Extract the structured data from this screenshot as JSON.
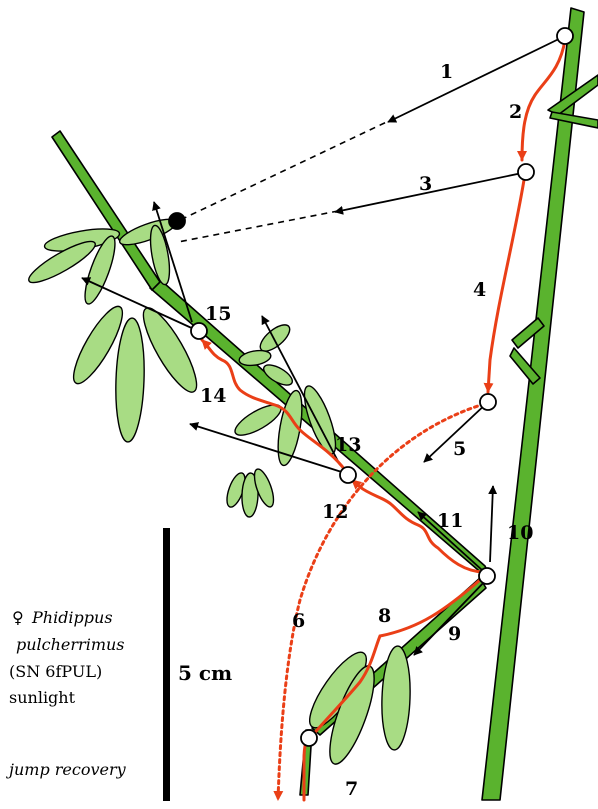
{
  "figure": {
    "step_labels": [
      "1",
      "2",
      "3",
      "4",
      "5",
      "6",
      "7",
      "8",
      "9",
      "10",
      "11",
      "12",
      "13",
      "14",
      "15"
    ],
    "scale_bar": {
      "label": "5 cm"
    },
    "specimen": {
      "sex_symbol": "♀",
      "genus": "Phidippus",
      "species": "pulcherrimus",
      "code": "(SN 6fPUL)",
      "condition": "sunlight"
    },
    "behavior": "jump recovery",
    "colors": {
      "stem": "#5ab32e",
      "leaf": "#a8dc84",
      "path": "#ea3f17",
      "arrow": "#000000"
    }
  }
}
